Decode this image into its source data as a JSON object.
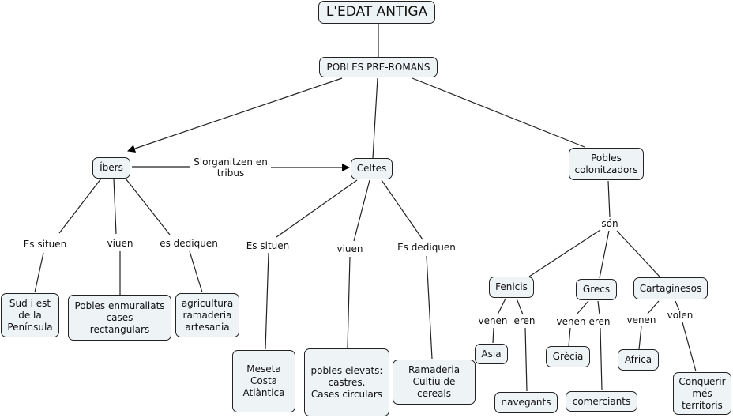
{
  "title": "L'EDAT  ANTIGA",
  "nodes": {
    "edat": "L'EDAT  ANTIGA",
    "pobles": "POBLES PRE-ROMANS",
    "ibers": "Íbers",
    "celtes": "Celtes",
    "colon": "Pobles\ncolonitzadors",
    "ib_sud": "Sud i est\nde la\nPenínsula",
    "ib_pobles": "Pobles enmurallats\ncases\nrectangulars",
    "ib_agri": "agricultura\nramaderia\nartesania",
    "ce_meseta": "Meseta\nCosta\nAtlàntica",
    "ce_pobles": "pobles elevats:\ncastres.\nCases circulars",
    "ce_rama": "Ramaderia\nCultiu de\ncereals",
    "fenicis": "Fenicis",
    "grecs": "Grecs",
    "cartag": "Cartaginesos",
    "asia": "Asia",
    "navegants": "navegants",
    "grecia": "Grècia",
    "comerciants": "comerciants",
    "africa": "Africa",
    "conquerir": "Conquerir\nmés\nterritoris"
  },
  "links": {
    "tribus": "S'organitzen en\ntribus",
    "ib_situen": "Es situen",
    "ib_viuen": "viuen",
    "ib_dediquen": "es dediquen",
    "ce_situen": "Es situen",
    "ce_viuen": "viuen",
    "ce_dediquen": "Es dediquen",
    "son": "són",
    "fe_venen": "venen",
    "fe_eren": "eren",
    "gr_venen": "venen",
    "gr_eren": "eren",
    "ca_venen": "venen",
    "ca_volen": "volen"
  }
}
